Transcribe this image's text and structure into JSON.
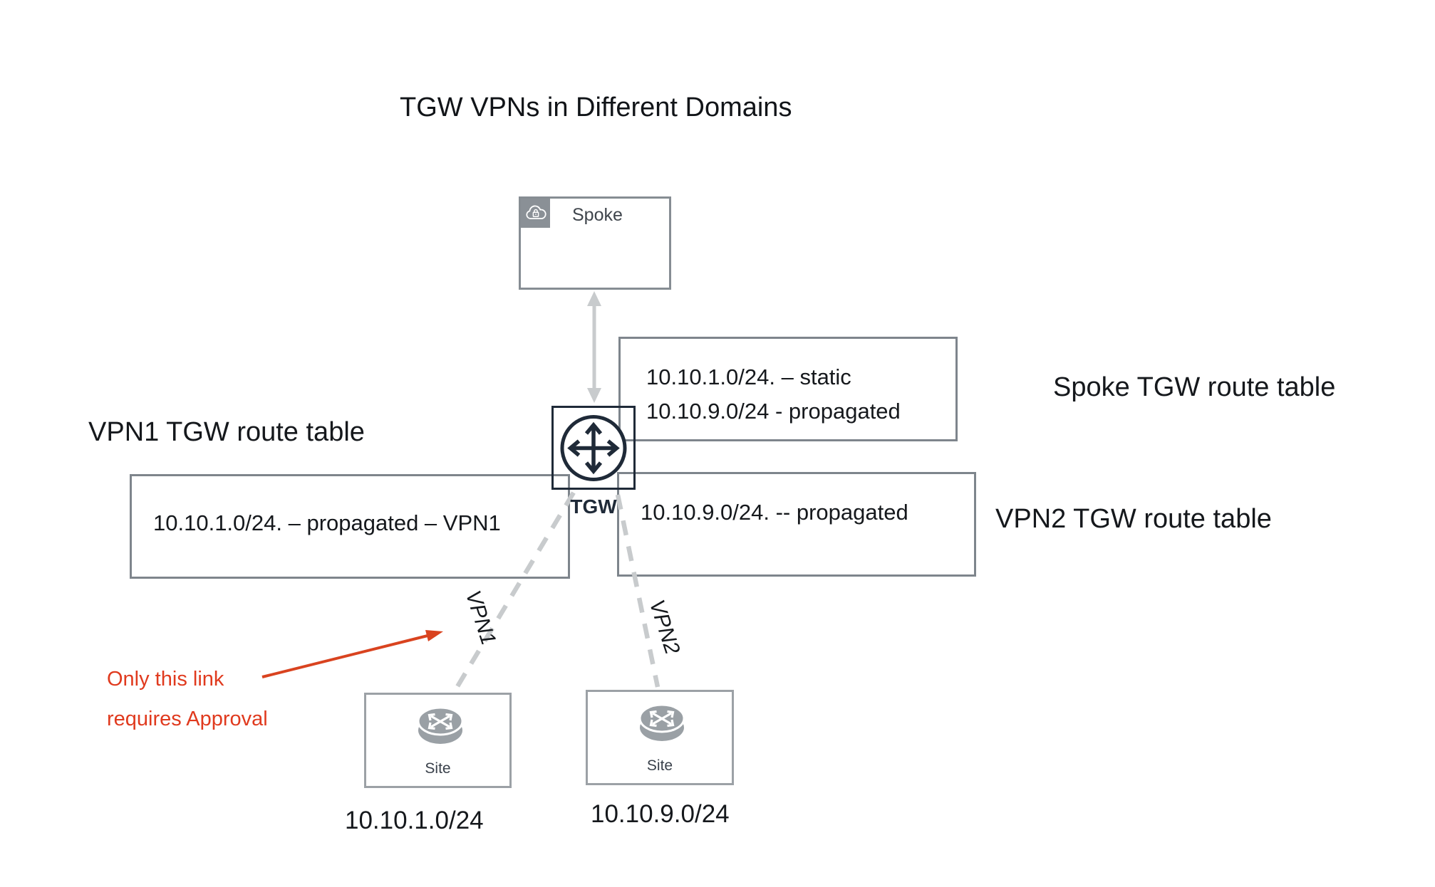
{
  "title": "TGW VPNs in Different Domains",
  "spoke": {
    "label": "Spoke"
  },
  "tgw": {
    "label": "TGW"
  },
  "route_tables": {
    "spoke": {
      "label": "Spoke TGW route table",
      "entries": [
        "10.10.1.0/24. – static",
        "10.10.9.0/24 - propagated"
      ]
    },
    "vpn1": {
      "label": "VPN1 TGW route table",
      "entries": [
        "10.10.1.0/24. – propagated – VPN1"
      ]
    },
    "vpn2": {
      "label": "VPN2 TGW route table",
      "entries": [
        "10.10.9.0/24. -- propagated"
      ]
    }
  },
  "links": {
    "vpn1": {
      "label": "VPN1"
    },
    "vpn2": {
      "label": "VPN2"
    }
  },
  "sites": [
    {
      "label": "Site",
      "cidr": "10.10.1.0/24"
    },
    {
      "label": "Site",
      "cidr": "10.10.9.0/24"
    }
  ],
  "annotation": {
    "line1": "Only this link",
    "line2": "requires Approval"
  },
  "icons": [
    "cloud-lock-icon",
    "transit-gateway-icon",
    "router-icon",
    "spoke-tgw-double-arrow",
    "vpn1-dashed-link",
    "vpn2-dashed-link",
    "annotation-arrow"
  ],
  "colors": {
    "navy": "#1f2a38",
    "box_border": "#7e858c",
    "site_border": "#9ca1a6",
    "connector_gray": "#c8cbcd",
    "badge_gray": "#8a9096",
    "router_gray": "#9aa0a5",
    "red": "#e03a1e"
  }
}
